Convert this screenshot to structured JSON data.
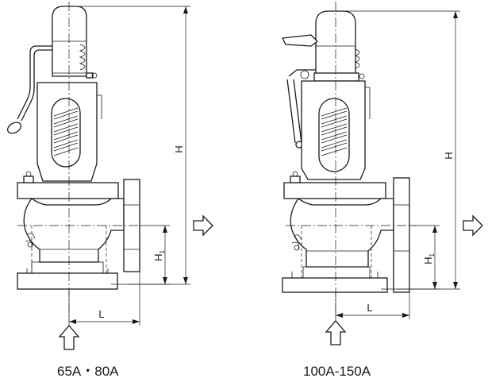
{
  "drawings": [
    {
      "caption": "65A・80A",
      "dims": {
        "height_label": "H",
        "inlet_height_label": "H",
        "inlet_height_sub": "1",
        "length_label": "L"
      }
    },
    {
      "caption": "100A-150A",
      "dims": {
        "height_label": "H",
        "inlet_height_label": "H",
        "inlet_height_sub": "1",
        "length_label": "L"
      }
    }
  ]
}
